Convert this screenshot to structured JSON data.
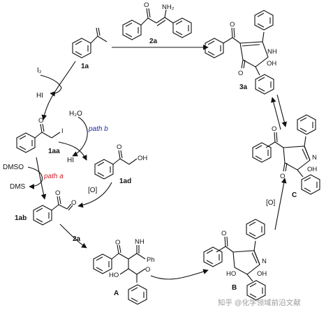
{
  "labels": {
    "c1a": "1a",
    "c2a_top": "2a",
    "c3a": "3a",
    "c1aa": "1aa",
    "c1ad": "1ad",
    "c1ab": "1ab",
    "c2a_mid": "2a",
    "cA": "A",
    "cB": "B",
    "cC": "C"
  },
  "reagents": {
    "i2": "I₂",
    "hi1": "HI",
    "h2o": "H₂O",
    "path_b": "path b",
    "hi2": "HI",
    "dmso": "DMSO",
    "path_a": "path a",
    "dms": "DMS",
    "ox1": "[O]",
    "ox2": "[O]"
  },
  "atoms": {
    "nh2": "NH₂",
    "nh": "NH",
    "oh": "OH",
    "n": "N",
    "i": "I",
    "nh_imine": "NH",
    "ph": "Ph",
    "ho": "HO",
    "oh_b": "OH"
  },
  "watermark": "知乎 @化学领域前沿文献",
  "colors": {
    "path_b": "#1a2aa8",
    "path_a": "#d0202a"
  }
}
